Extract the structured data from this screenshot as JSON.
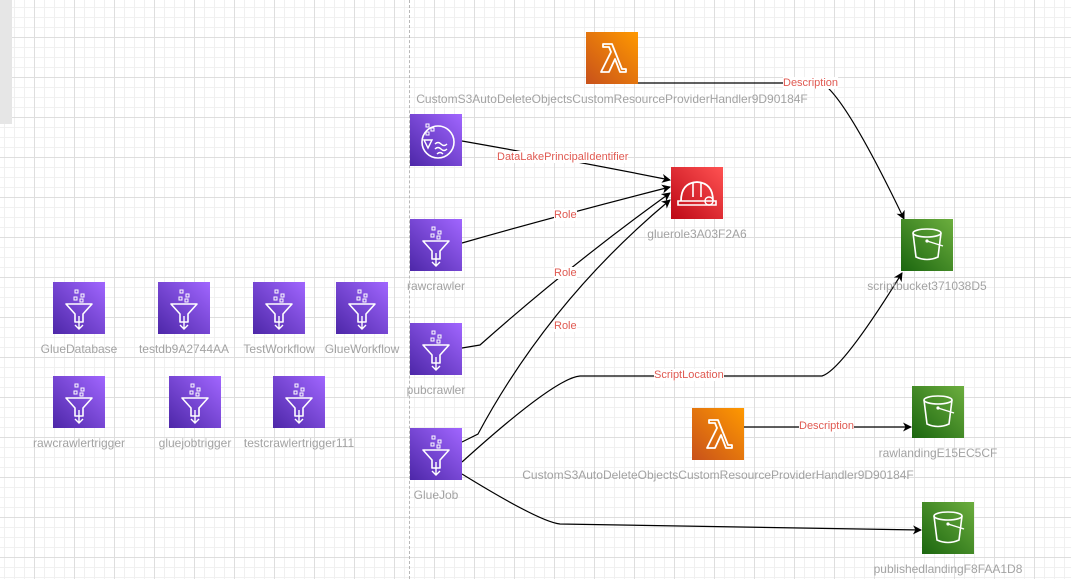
{
  "nodes": {
    "lambda_top": {
      "label": "CustomS3AutoDeleteObjectsCustomResourceProviderHandler9D90184F",
      "icon": "lambda-icon",
      "color": "#ed7100"
    },
    "lakeformation": {
      "label": "",
      "icon": "lake-formation-icon",
      "color": "#8c4fff"
    },
    "gluerole": {
      "label": "gluerole3A03F2A6",
      "icon": "iam-role-helmet-icon",
      "color": "#dd344c"
    },
    "scriptbucket": {
      "label": "scriptbucket371038D5",
      "icon": "s3-bucket-icon",
      "color": "#3f8624"
    },
    "rawcrawler": {
      "label": "rawcrawler",
      "icon": "glue-icon",
      "color": "#8c4fff"
    },
    "pubcrawler": {
      "label": "pubcrawler",
      "icon": "glue-icon",
      "color": "#8c4fff"
    },
    "gluejob": {
      "label": "GlueJob",
      "icon": "glue-icon",
      "color": "#8c4fff"
    },
    "lambda_bottom": {
      "label": "CustomS3AutoDeleteObjectsCustomResourceProviderHandler9D90184F",
      "icon": "lambda-icon",
      "color": "#ed7100"
    },
    "rawlanding": {
      "label": "rawlandingE15EC5CF",
      "icon": "s3-bucket-icon",
      "color": "#3f8624"
    },
    "publishedlanding": {
      "label": "publishedlandingF8FAA1D8",
      "icon": "s3-bucket-icon",
      "color": "#3f8624"
    },
    "gluedatabase": {
      "label": "GlueDatabase",
      "icon": "glue-icon",
      "color": "#8c4fff"
    },
    "testdb": {
      "label": "testdb9A2744AA",
      "icon": "glue-icon",
      "color": "#8c4fff"
    },
    "testworkflow": {
      "label": "TestWorkflow",
      "icon": "glue-icon",
      "color": "#8c4fff"
    },
    "glueworkflow": {
      "label": "GlueWorkflow",
      "icon": "glue-icon",
      "color": "#8c4fff"
    },
    "rawcrawlertrigger": {
      "label": "rawcrawlertrigger",
      "icon": "glue-icon",
      "color": "#8c4fff"
    },
    "gluejobtrigger": {
      "label": "gluejobtrigger",
      "icon": "glue-icon",
      "color": "#8c4fff"
    },
    "testcrawlertrigger": {
      "label": "testcrawlertrigger111",
      "icon": "glue-icon",
      "color": "#8c4fff"
    }
  },
  "edges": {
    "lambda_top_to_scriptbucket": "Description",
    "lakeformation_to_gluerole": "DataLakePrincipalIdentifier",
    "rawcrawler_to_gluerole": "Role",
    "pubcrawler_to_gluerole": "Role",
    "gluejob_to_gluerole": "Role",
    "gluejob_to_scriptbucket": "ScriptLocation",
    "lambda_bottom_to_rawlanding": "Description"
  },
  "colors": {
    "edge": "#000000",
    "edge_label": "#e05a52",
    "node_label": "#a3a3a3"
  }
}
